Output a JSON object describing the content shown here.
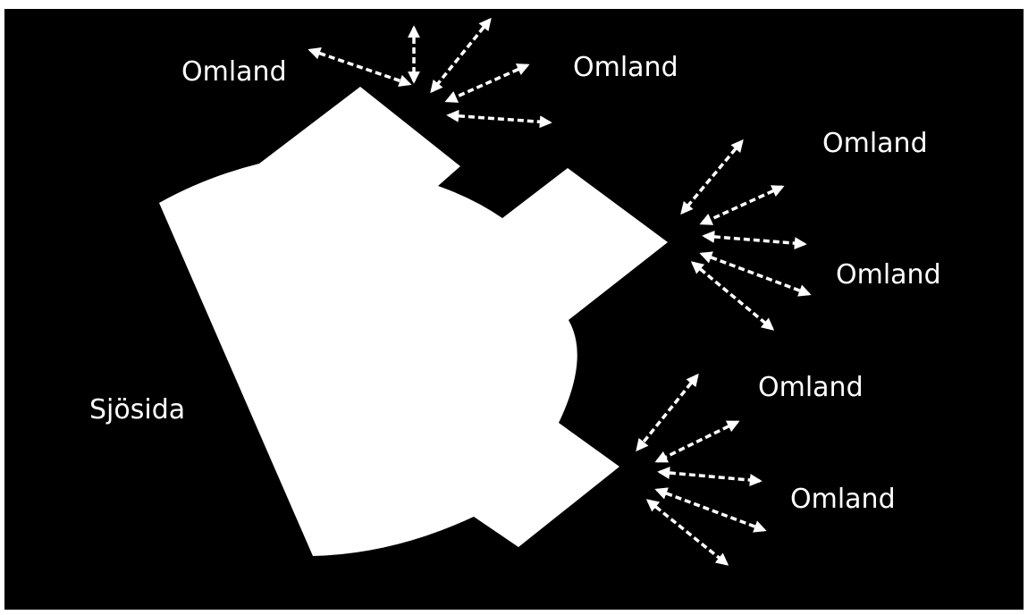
{
  "diagram": {
    "background_color": "#000000",
    "frame_color": "#ffffff",
    "shape_color": "#ffffff",
    "arrow_color": "#ffffff",
    "labels": {
      "omland_1": "Omland",
      "omland_2": "Omland",
      "omland_3": "Omland",
      "omland_4": "Omland",
      "omland_5": "Omland",
      "omland_6": "Omland",
      "sjosida": "Sjösida"
    }
  }
}
